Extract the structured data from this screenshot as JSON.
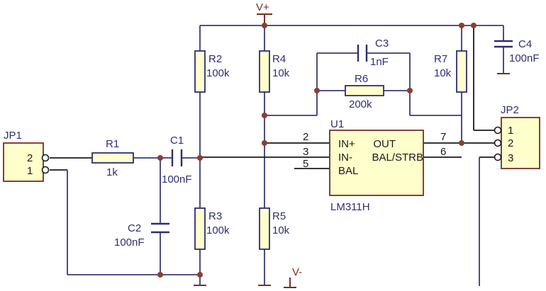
{
  "rails": {
    "vplus": "V+",
    "vminus": "V-"
  },
  "jp1": {
    "name": "JP1",
    "pins": [
      "2",
      "1"
    ]
  },
  "jp2": {
    "name": "JP2",
    "pins": [
      "1",
      "2",
      "3"
    ]
  },
  "components": {
    "r1": {
      "name": "R1",
      "value": "1k"
    },
    "r2": {
      "name": "R2",
      "value": "100k"
    },
    "r3": {
      "name": "R3",
      "value": "100k"
    },
    "r4": {
      "name": "R4",
      "value": "10k"
    },
    "r5": {
      "name": "R5",
      "value": "10k"
    },
    "r6": {
      "name": "R6",
      "value": "200k"
    },
    "r7": {
      "name": "R7",
      "value": "10k"
    },
    "c1": {
      "name": "C1",
      "value": "100nF"
    },
    "c2": {
      "name": "C2",
      "value": "100nF"
    },
    "c3": {
      "name": "C3",
      "value": "1nF"
    },
    "c4": {
      "name": "C4",
      "value": "100nF"
    }
  },
  "ic": {
    "name": "U1",
    "part": "LM311H",
    "pins": {
      "in_plus": {
        "num": "2",
        "label": "IN+"
      },
      "in_minus": {
        "num": "3",
        "label": "IN-"
      },
      "bal": {
        "num": "5",
        "label": "BAL"
      },
      "out": {
        "num": "7",
        "label": "OUT"
      },
      "bal_strb": {
        "num": "6",
        "label": "BAL/STRB"
      }
    }
  }
}
